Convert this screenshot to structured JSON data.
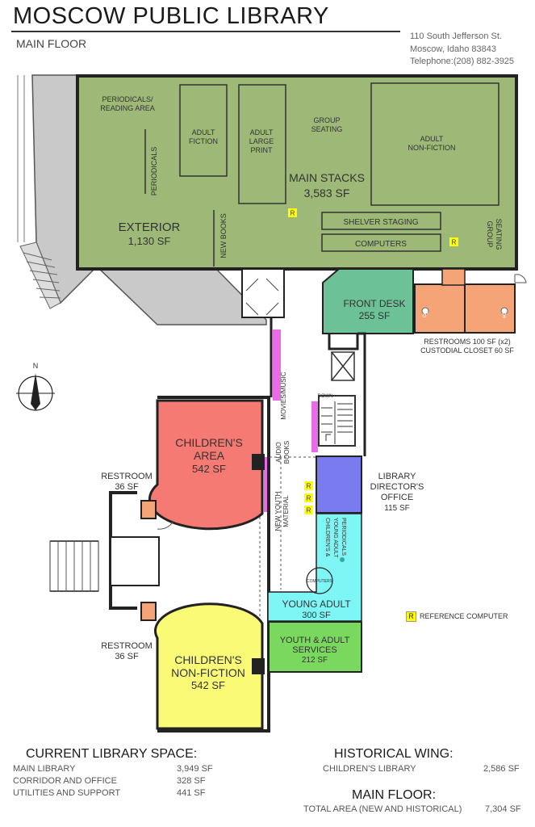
{
  "header": {
    "title": "MOSCOW PUBLIC LIBRARY",
    "subtitle": "MAIN FLOOR",
    "address": [
      "110 South Jefferson St.",
      "Moscow, Idaho 83843",
      "Telephone:(208) 882-3925"
    ]
  },
  "colors": {
    "main_stacks": "#9db877",
    "exterior": "#c9c9c9",
    "front_desk": "#6cc197",
    "restrooms": "#f5a477",
    "childrens_area": "#f47a73",
    "childrens_nonfiction": "#fafa77",
    "young_adult": "#7ff6f6",
    "youth_services": "#7bd85f",
    "directors_office": "#7b7bf0",
    "media_shelf": "#e86ce6",
    "reference_computer": "#ffff00"
  },
  "rooms": {
    "main_stacks": {
      "name": "MAIN STACKS",
      "area": "3,583 SF"
    },
    "exterior": {
      "name": "EXTERIOR",
      "area": "1,130 SF"
    },
    "front_desk": {
      "name": "FRONT DESK",
      "area": "255 SF"
    },
    "restrooms_note": [
      "RESTROOMS 100 SF (x2)",
      "CUSTODIAL CLOSET 60 SF"
    ],
    "childrens_area": {
      "name": [
        "CHILDREN'S",
        "AREA"
      ],
      "area": "542 SF"
    },
    "childrens_nonfiction": {
      "name": [
        "CHILDREN'S",
        "NON-FICTION"
      ],
      "area": "542 SF"
    },
    "young_adult": {
      "name": "YOUNG ADULT",
      "area": "300 SF"
    },
    "youth_services": {
      "name": [
        "YOUTH & ADULT",
        "SERVICES"
      ],
      "area": "212 SF"
    },
    "directors_office": {
      "name": [
        "LIBRARY",
        "DIRECTOR'S",
        "OFFICE"
      ],
      "area": "115 SF"
    },
    "restroom_upper": {
      "name": "RESTROOM",
      "area": "36 SF"
    },
    "restroom_lower": {
      "name": "RESTROOM",
      "area": "36 SF"
    }
  },
  "zones": {
    "periodicals_reading": [
      "PERIODICALS/",
      "READING AREA"
    ],
    "periodicals": "PERIODICALS",
    "adult_fiction": [
      "ADULT",
      "FICTION"
    ],
    "adult_large_print": [
      "ADULT",
      "LARGE",
      "PRINT"
    ],
    "group_seating_top": [
      "GROUP",
      "SEATING"
    ],
    "adult_nonfiction": [
      "ADULT",
      "NON-FICTION"
    ],
    "new_books": "NEW BOOKS",
    "shelver_staging": "SHELVER STAGING",
    "computers": "COMPUTERS",
    "group_seating_side": [
      "GROUP",
      "SEATING"
    ],
    "movies_music": "MOVIES/MUSIC",
    "audio_books": [
      "AUDIO",
      "BOOKS"
    ],
    "new_youth_material": [
      "NEW YOUTH",
      "MATERIAL"
    ],
    "childrens_periodicals": [
      "CHILDREN'S &",
      "YOUNG ADULT",
      "PERIODICALS"
    ],
    "computers_small": "COMPUTERS",
    "stairs_down": "DOWN"
  },
  "north_label": "N",
  "reference_marker": "R",
  "legend": {
    "marker": "R",
    "label": "REFERENCE COMPUTER"
  },
  "summary": {
    "current": {
      "heading": "CURRENT LIBRARY SPACE:",
      "rows": [
        {
          "label": "MAIN LIBRARY",
          "value": "3,949 SF"
        },
        {
          "label": "CORRIDOR AND OFFICE",
          "value": "328 SF"
        },
        {
          "label": "UTILITIES AND SUPPORT",
          "value": "441 SF"
        }
      ]
    },
    "historical": {
      "heading": "HISTORICAL WING:",
      "rows": [
        {
          "label": "CHILDREN'S  LIBRARY",
          "value": "2,586 SF"
        }
      ]
    },
    "main_floor": {
      "heading": "MAIN FLOOR:",
      "rows": [
        {
          "label": "TOTAL AREA (NEW AND HISTORICAL)",
          "value": "7,304 SF"
        }
      ]
    }
  }
}
